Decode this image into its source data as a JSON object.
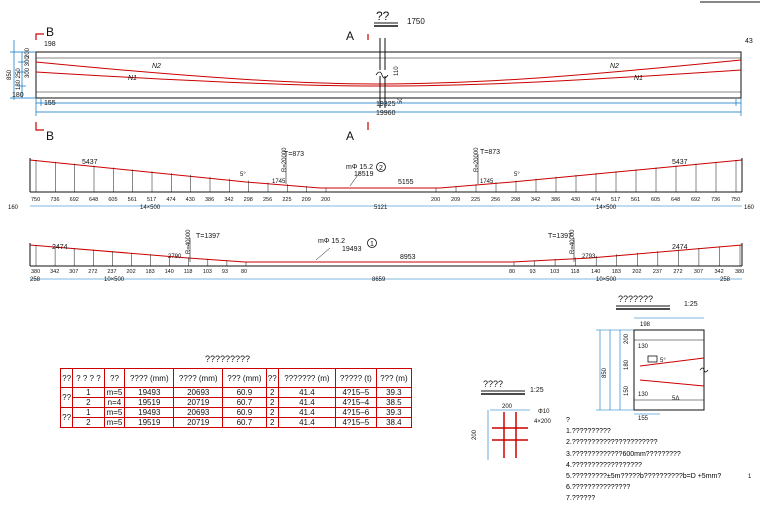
{
  "top_plan": {
    "title": "??",
    "title_value": "1750",
    "sec_a": "A",
    "sec_b": "B",
    "right_dim": "43",
    "left_dims": [
      "850",
      "180 250",
      "200",
      "300 300",
      "180"
    ],
    "left_dim_top": "198",
    "cable_labels": [
      "N2",
      "N1",
      "N2",
      "N1"
    ],
    "center_dims": [
      "110",
      "50"
    ],
    "bottom_dims": [
      "155",
      "19325",
      "19960"
    ]
  },
  "elev1": {
    "top_labels": [
      "5437",
      "5437",
      "5155",
      "18519"
    ],
    "t_labels": [
      "T=873",
      "T=873"
    ],
    "r_labels": [
      "R=20000",
      "R=20000"
    ],
    "seg_labels": [
      "1745",
      "1745"
    ],
    "small": [
      "5°",
      "5°"
    ],
    "cable": "mΦ 15.2",
    "circle": "2",
    "x_left": [
      "750",
      "736",
      "692",
      "648",
      "605",
      "561",
      "517",
      "474",
      "430",
      "386",
      "342",
      "298",
      "256",
      "225",
      "209",
      "200"
    ],
    "x_right": [
      "200",
      "209",
      "225",
      "256",
      "298",
      "342",
      "386",
      "430",
      "474",
      "517",
      "561",
      "605",
      "648",
      "692",
      "736",
      "750"
    ],
    "bottom": [
      "160",
      "14×500",
      "5121",
      "14×500",
      "160"
    ]
  },
  "elev2": {
    "top_labels": [
      "2474",
      "2474",
      "8953"
    ],
    "t_labels": [
      "T=1397",
      "T=1397"
    ],
    "r_labels": [
      "R=40000",
      "R=40000"
    ],
    "seg_labels": [
      "2790",
      "2793"
    ],
    "cable": "mΦ 15.2",
    "cable_len": "19493",
    "circle": "1",
    "x_left": [
      "380",
      "342",
      "307",
      "272",
      "237",
      "202",
      "183",
      "140",
      "118",
      "103",
      "93",
      "80"
    ],
    "x_right": [
      "80",
      "93",
      "103",
      "118",
      "140",
      "183",
      "202",
      "237",
      "272",
      "307",
      "342",
      "380"
    ],
    "bottom": [
      "258",
      "10×500",
      "8659",
      "10×500",
      "258"
    ]
  },
  "table": {
    "title": "?????????",
    "headers": [
      "??",
      "? ?\n? ?",
      "??",
      "????\n(mm)",
      "????\n(mm)",
      "???\n(mm)",
      "??",
      "???????\n(m)",
      "?????\n(t)",
      "???\n(m)"
    ],
    "rows": [
      [
        "??",
        "1",
        "m=5",
        "19493",
        "20693",
        "60.9",
        "2",
        "41.4",
        "4?15–5",
        "39.3"
      ],
      [
        "",
        "2",
        "n=4",
        "19519",
        "20719",
        "60.7",
        "2",
        "41.4",
        "4?15–4",
        "38.5"
      ],
      [
        "??",
        "1",
        "m=5",
        "19493",
        "20693",
        "60.9",
        "2",
        "41.4",
        "4?15–6",
        "39.3"
      ],
      [
        "",
        "2",
        "m=5",
        "19519",
        "20719",
        "60.7",
        "2",
        "41.4",
        "4?15–5",
        "38.4"
      ]
    ]
  },
  "detail": {
    "title": "????",
    "scale": "1:25",
    "dim_top": "200",
    "dim_left": "200",
    "bar": "Φ10",
    "spacing": "4×200"
  },
  "section": {
    "title": "???????",
    "scale": "1:25",
    "dims": [
      "198",
      "130",
      "200",
      "180",
      "150",
      "130",
      "850",
      "155",
      "5°"
    ],
    "label": "5Δ"
  },
  "notes": {
    "heading": "?",
    "items": [
      "1.??????????",
      "2.??????????????????????",
      "3.?????????????600mm?????????",
      "4.??????????????????",
      "5.?????????±5m?????b??????????b=D  +5mm?",
      "6.???????????????",
      "7.??????"
    ],
    "mark": "1"
  }
}
